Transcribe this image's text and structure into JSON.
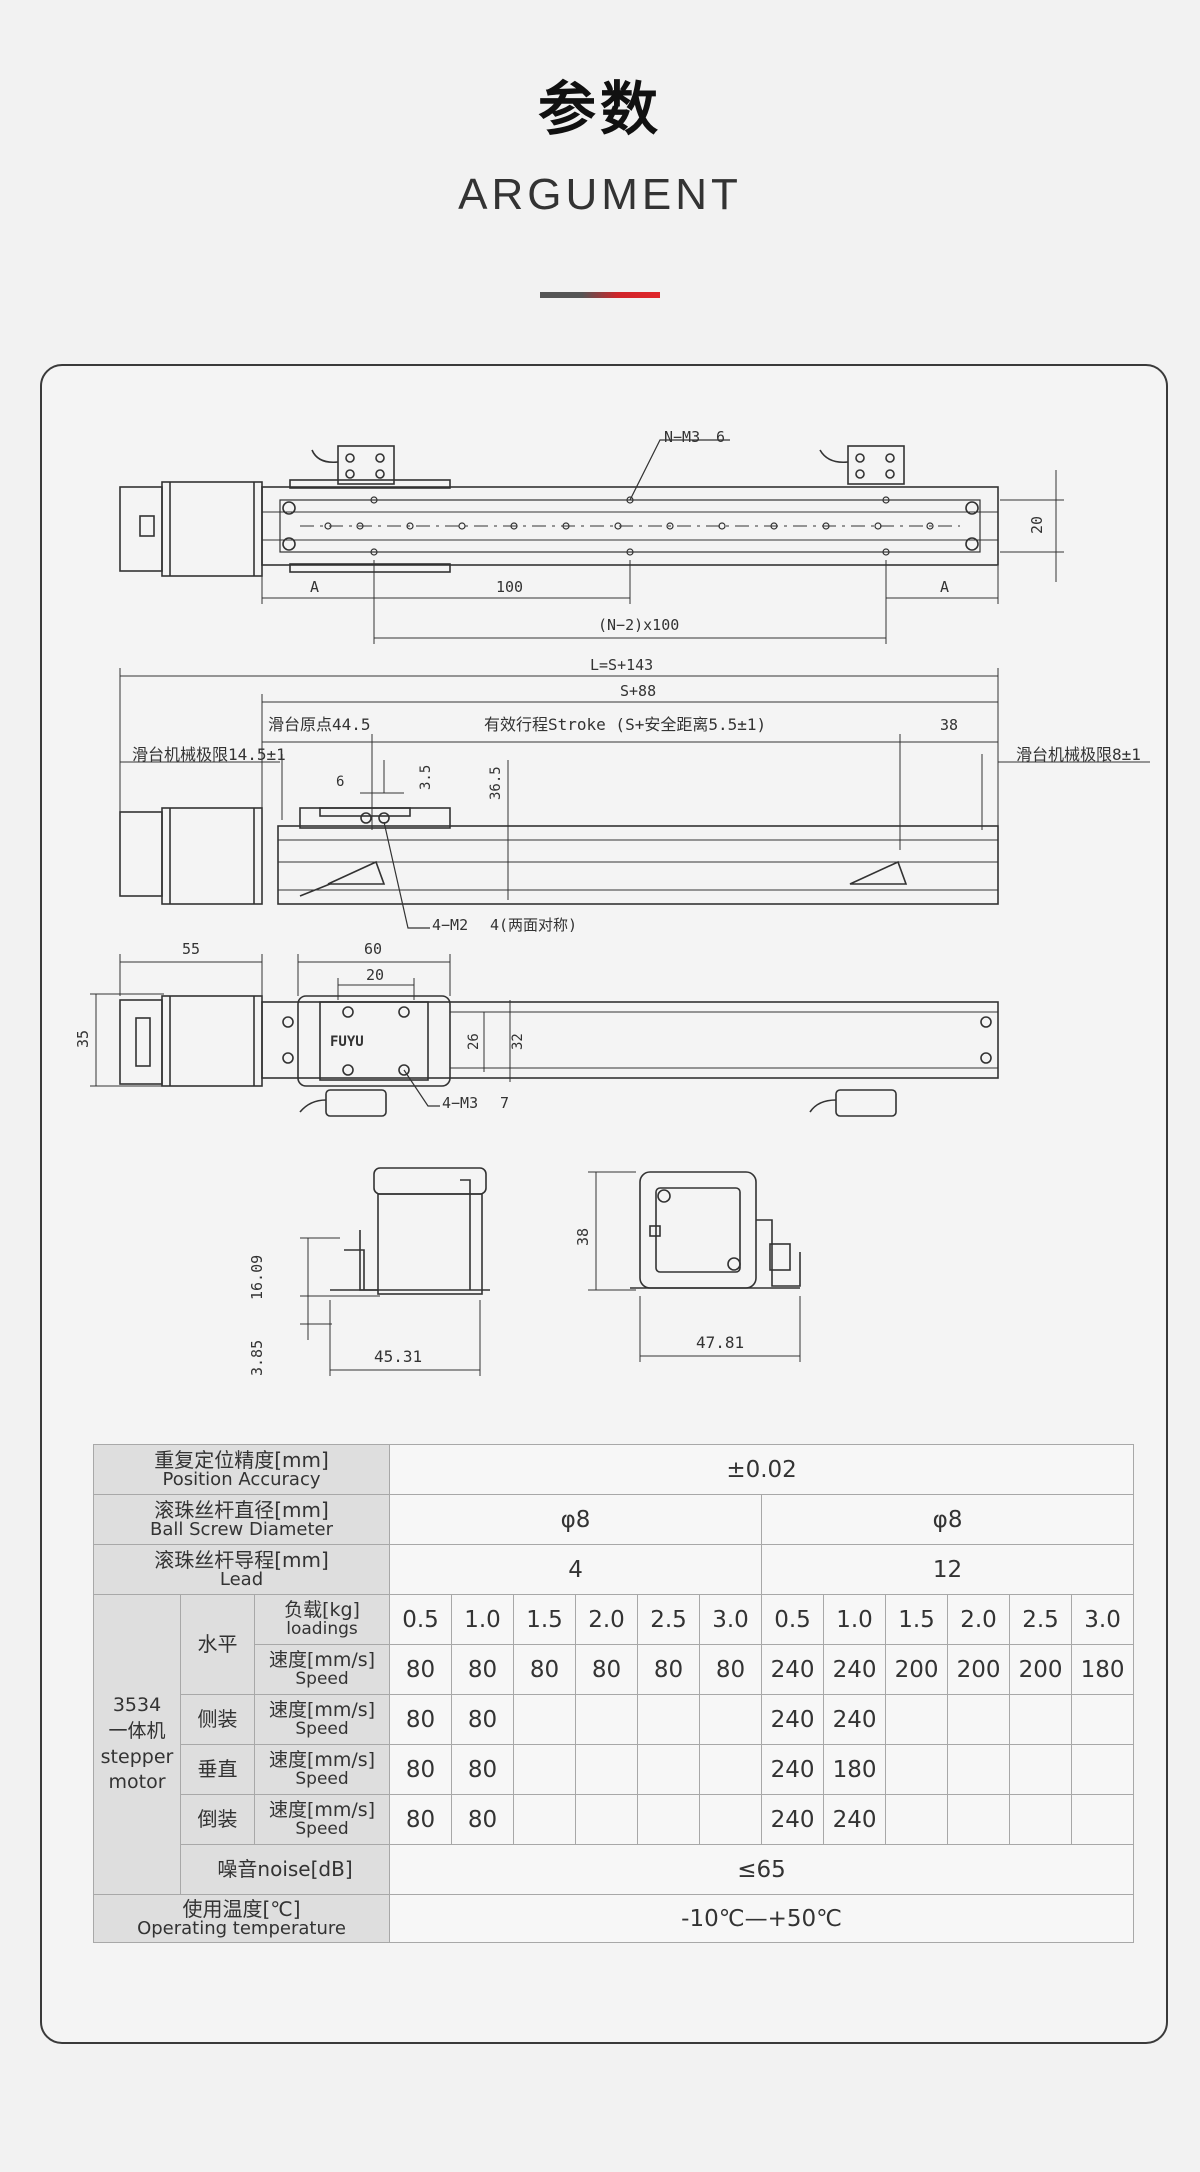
{
  "header": {
    "title_cn": "参数",
    "title_en": "ARGUMENT",
    "accent_color": "#e0262b"
  },
  "drawing": {
    "top_view": {
      "hole_note": "N−M3",
      "hole_depth": "6",
      "dim_a": "A",
      "dim_pitch": "100",
      "dim_span": "(N−2)x100",
      "dim_width": "20"
    },
    "side_view": {
      "dim_total": "L=S+143",
      "dim_body": "S+88",
      "origin_label": "滑台原点44.5",
      "stroke_label": "有效行程Stroke (S+安全距离5.5±1)",
      "dim_38": "38",
      "left_limit": "滑台机械极限14.5±1",
      "right_limit": "滑台机械极限8±1",
      "dim_6": "6",
      "dim_3_5": "3.5",
      "dim_36_5": "36.5",
      "carriage_note": "4−M2",
      "carriage_note_depth": "4(两面对称)"
    },
    "front_view": {
      "dim_55": "55",
      "dim_60": "60",
      "dim_20": "20",
      "dim_35": "35",
      "dim_26": "26",
      "dim_32": "32",
      "carriage_note": "4−M3",
      "carriage_note_depth": "7",
      "logo": "FUYU"
    },
    "end_views": {
      "dim_16_09": "16.09",
      "dim_3_85": "3.85",
      "dim_45_31": "45.31",
      "dim_38": "38",
      "dim_47_81": "47.81"
    }
  },
  "spec": {
    "accuracy_label_cn": "重复定位精度[mm]",
    "accuracy_label_en": "Position Accuracy",
    "accuracy_value": "±0.02",
    "screw_label_cn": "滚珠丝杆直径[mm]",
    "screw_label_en": "Ball Screw Diameter",
    "screw_values": [
      "φ8",
      "φ8"
    ],
    "lead_label_cn": "滚珠丝杆导程[mm]",
    "lead_label_en": "Lead",
    "lead_values": [
      "4",
      "12"
    ],
    "motor_label": [
      "3534",
      "一体机",
      "stepper",
      "motor"
    ],
    "load_label_cn": "负载[kg]",
    "load_label_en": "loadings",
    "speed_label_cn": "速度[mm/s]",
    "speed_label_en": "Speed",
    "loads": [
      "0.5",
      "1.0",
      "1.5",
      "2.0",
      "2.5",
      "3.0",
      "0.5",
      "1.0",
      "1.5",
      "2.0",
      "2.5",
      "3.0"
    ],
    "orientations": [
      {
        "name": "水平",
        "speeds": [
          "80",
          "80",
          "80",
          "80",
          "80",
          "80",
          "240",
          "240",
          "200",
          "200",
          "200",
          "180"
        ]
      },
      {
        "name": "侧装",
        "speeds": [
          "80",
          "80",
          "",
          "",
          "",
          "",
          "240",
          "240",
          "",
          "",
          "",
          ""
        ]
      },
      {
        "name": "垂直",
        "speeds": [
          "80",
          "80",
          "",
          "",
          "",
          "",
          "240",
          "180",
          "",
          "",
          "",
          ""
        ]
      },
      {
        "name": "倒装",
        "speeds": [
          "80",
          "80",
          "",
          "",
          "",
          "",
          "240",
          "240",
          "",
          "",
          "",
          ""
        ]
      }
    ],
    "noise_label": "噪音noise[dB]",
    "noise_value": "≤65",
    "temp_label_cn": "使用温度[℃]",
    "temp_label_en": "Operating temperature",
    "temp_value": "-10℃—+50℃"
  }
}
